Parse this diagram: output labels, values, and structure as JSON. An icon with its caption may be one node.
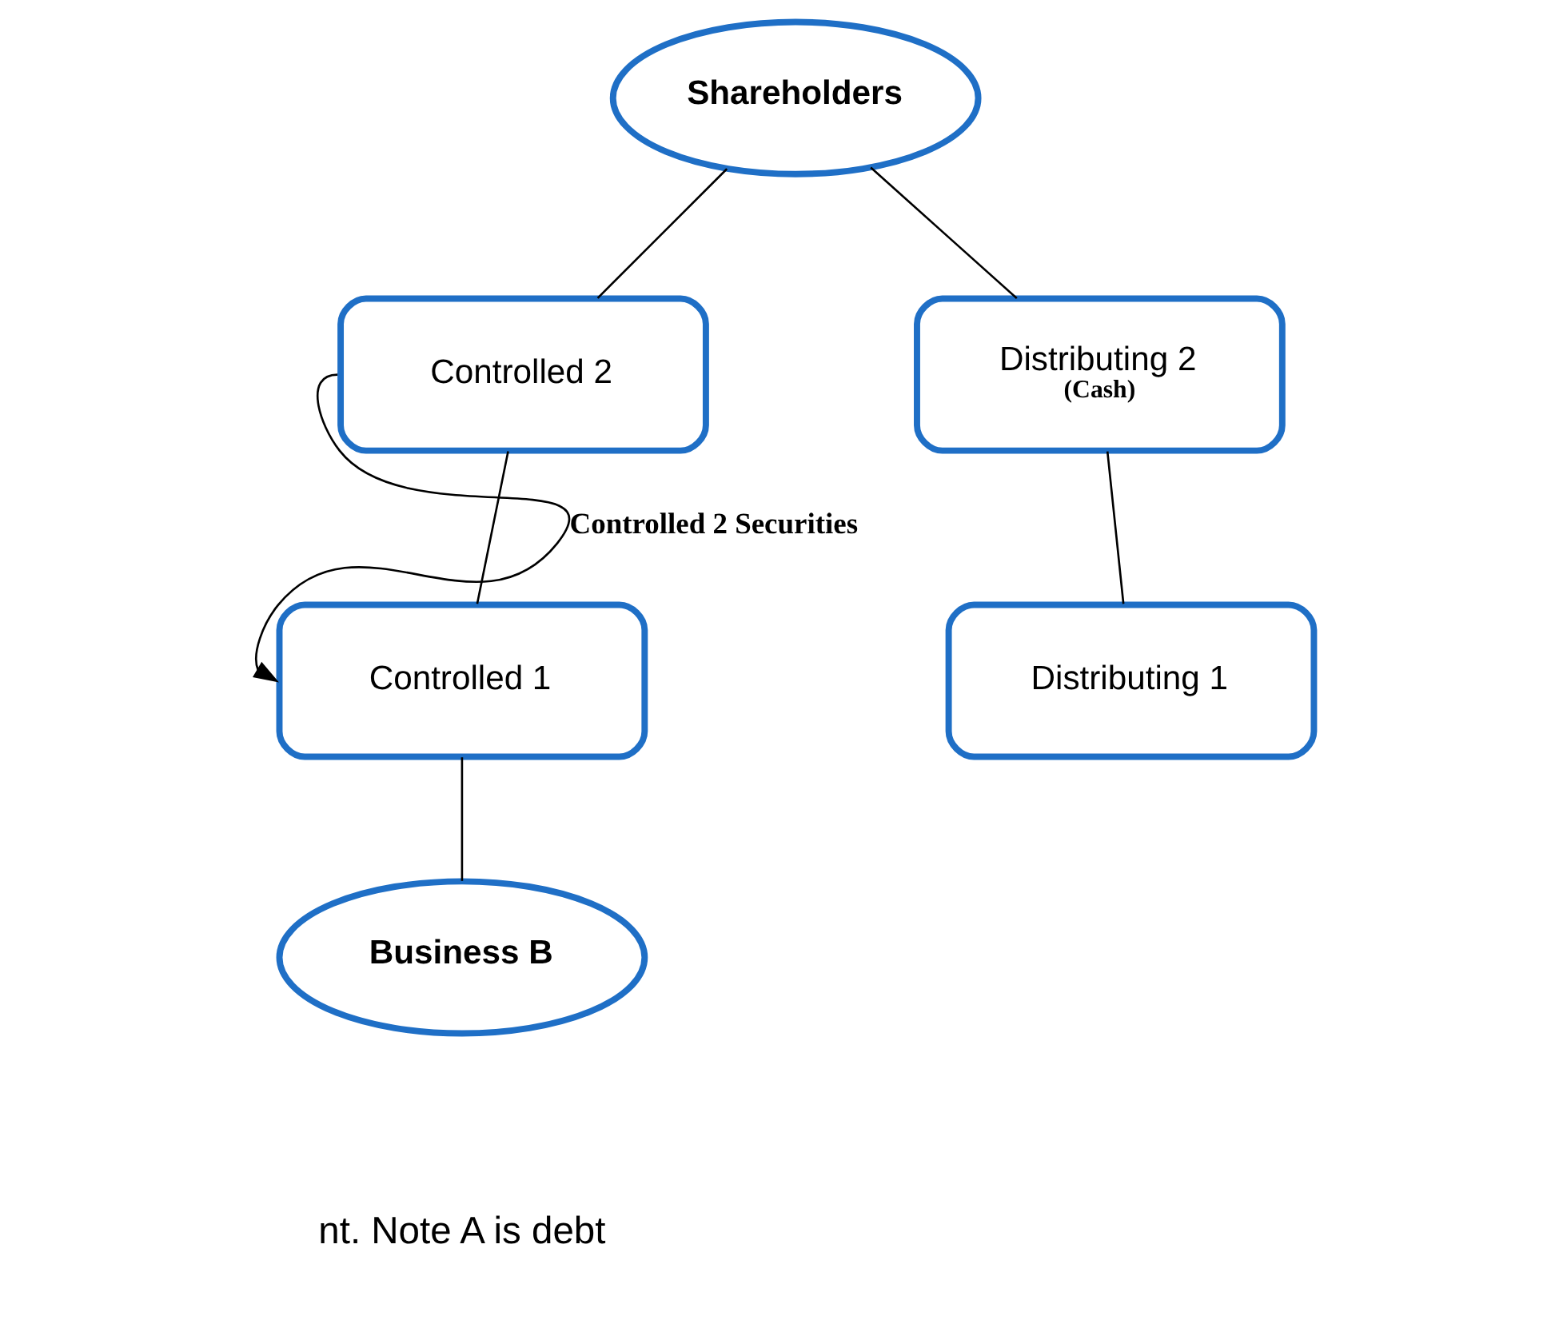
{
  "diagram": {
    "nodes": [
      {
        "text": [
          "Shareholders"
        ]
      },
      {
        "text": [
          "Controlled 2"
        ]
      },
      {
        "text": [
          "Distributing 2",
          "(Cash)"
        ]
      },
      {
        "text": [
          "Controlled 1"
        ]
      },
      {
        "text": [
          "Distributing 1"
        ]
      },
      {
        "text": [
          "Business B"
        ]
      }
    ],
    "edges": [
      {
        "from": 0,
        "to": 1,
        "arrow": "none"
      },
      {
        "from": 0,
        "to": 2,
        "arrow": "none"
      },
      {
        "from": 1,
        "to": 3,
        "arrow": "none"
      },
      {
        "from": 2,
        "to": 4,
        "arrow": "none"
      },
      {
        "from": 3,
        "to": 5,
        "arrow": "none"
      },
      {
        "from": 1,
        "to": 3,
        "arrow": "to",
        "label": "Controlled 2 Securities"
      }
    ],
    "labels": [
      "nt. Note A is debt"
    ]
  }
}
